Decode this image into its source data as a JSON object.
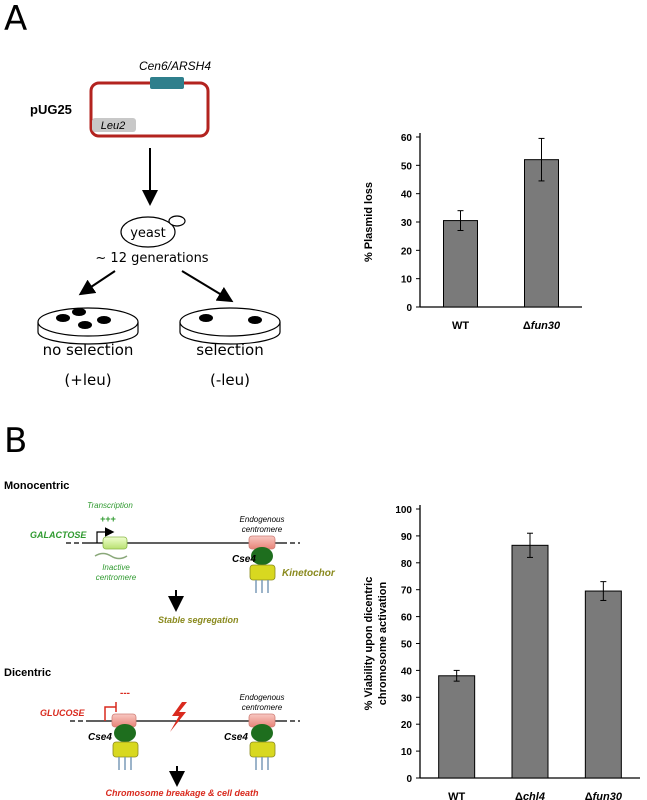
{
  "panel_a": {
    "letter": "A",
    "plasmid_name": "pUG25",
    "cen_label": "Cen6/ARSH4",
    "leu_label": "Leu2",
    "yeast_label": "yeast",
    "generations_label": "~ 12 generations",
    "left_plate_label": "no selection",
    "left_plate_sub": "(+leu)",
    "right_plate_label": "selection",
    "right_plate_sub": "(-leu)"
  },
  "panel_b": {
    "letter": "B",
    "monocentric_title": "Monocentric",
    "galactose_label": "GALACTOSE",
    "transcription_label": "Transcription",
    "transcription_plus": "+++",
    "inactive_label_1": "Inactive",
    "inactive_label_2": "centromere",
    "endogenous_label_1": "Endogenous",
    "endogenous_label_2": "centromere",
    "cse4_label": "Cse4",
    "kinetochor_label": "Kinetochor",
    "stable_label": "Stable segregation",
    "dicentric_title": "Dicentric",
    "glucose_label": "GLUCOSE",
    "minus_label": "---",
    "breakage_label": "Chromosome breakage & cell death"
  },
  "chart_data": [
    {
      "type": "bar",
      "categories": [
        "WT",
        "Δfun30"
      ],
      "values": [
        30.5,
        52
      ],
      "errors": [
        3.5,
        7.5
      ],
      "ylabel": "% Plasmid loss",
      "ylim": [
        0,
        60
      ],
      "yticks": [
        0,
        10,
        20,
        30,
        40,
        50,
        60
      ],
      "bar_color": "#7a7a7a"
    },
    {
      "type": "bar",
      "categories": [
        "WT",
        "Δchl4",
        "Δfun30"
      ],
      "values": [
        38,
        86.5,
        69.5
      ],
      "errors": [
        2,
        4.5,
        3.5
      ],
      "ylabel": "% Viability upon dicentric chromosome activation",
      "ylabel_line1": "% Viability upon dicentric",
      "ylabel_line2": "chromosome activation",
      "ylim": [
        0,
        100
      ],
      "yticks": [
        0,
        10,
        20,
        30,
        40,
        50,
        60,
        70,
        80,
        90,
        100
      ],
      "bar_color": "#7a7a7a"
    }
  ],
  "colors": {
    "plasmid_ring": "#b3231f",
    "cen_box": "#2f7f8c",
    "leu_box": "#c8c8c8",
    "green_text": "#2f9a2f",
    "red_text": "#d92a1e",
    "olive_text": "#8a8a1e",
    "kinetochore": "#d8d820",
    "cse4_oval": "#1e6e1e",
    "centromere_pink": "#f2a6a0",
    "inactive_green": "#d8f0a0"
  }
}
